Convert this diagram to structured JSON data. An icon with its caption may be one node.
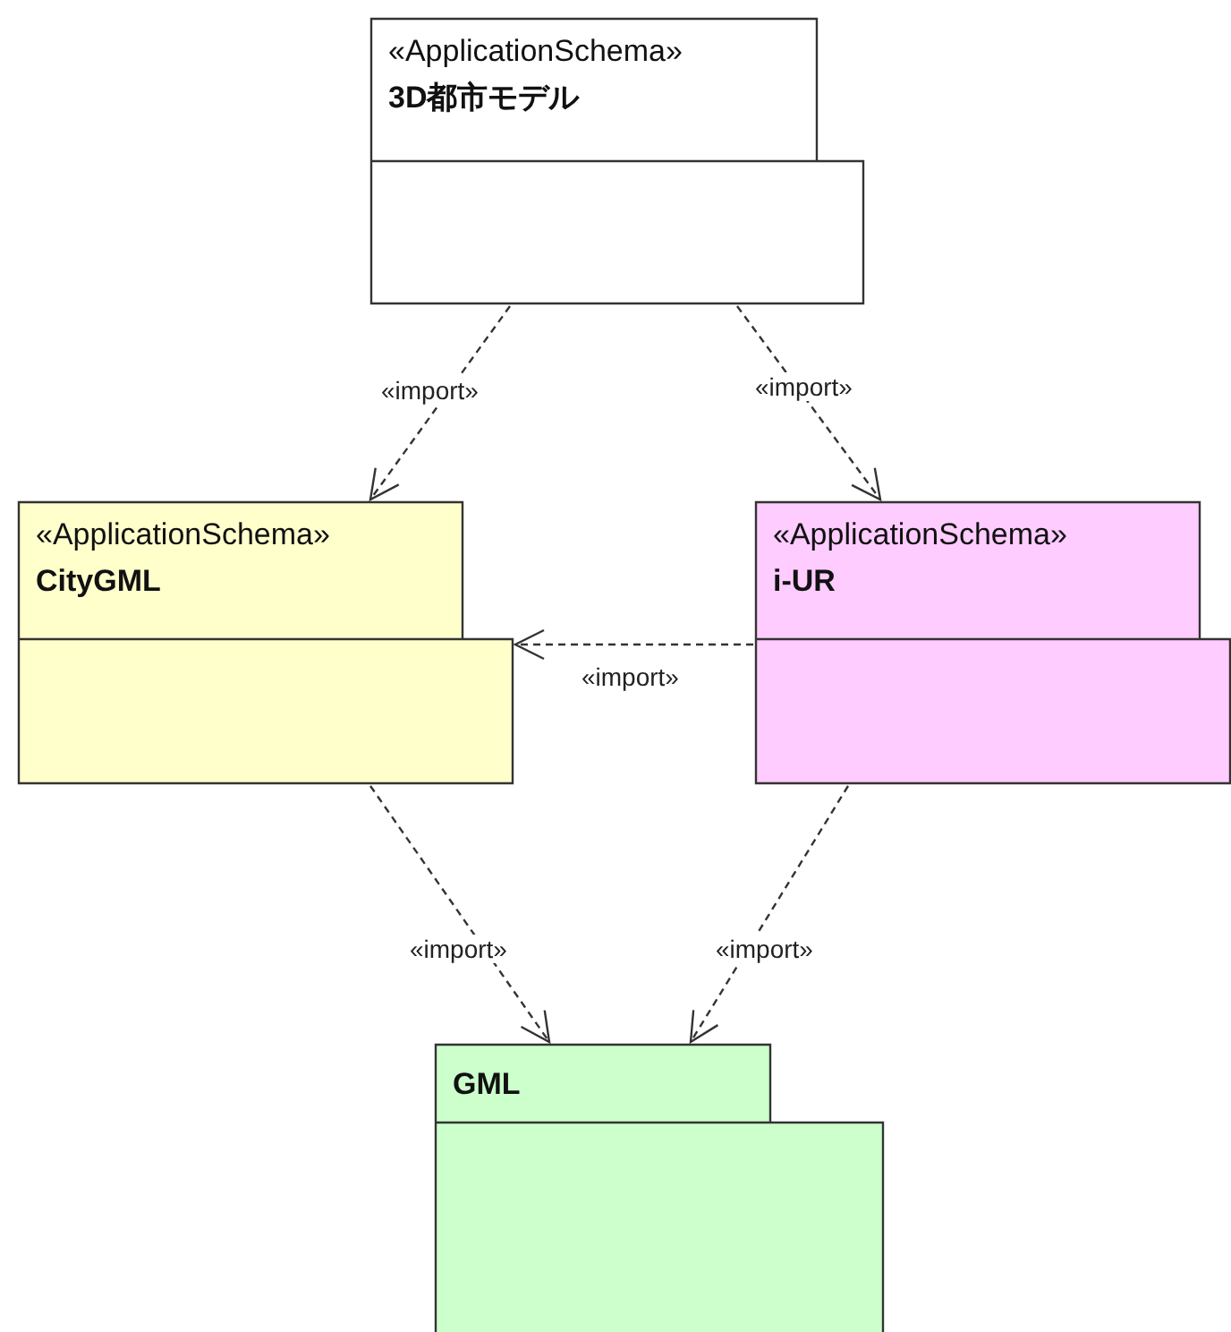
{
  "diagram": {
    "nodes": [
      {
        "text": [
          "«ApplicationSchema»",
          "3D都市モデル"
        ]
      },
      {
        "text": [
          "«ApplicationSchema»",
          "CityGML"
        ]
      },
      {
        "text": [
          "«ApplicationSchema»",
          "i-UR"
        ]
      },
      {
        "text": [
          "GML"
        ]
      }
    ],
    "edges": [
      {
        "from": 0,
        "to": 1,
        "arrow": "to",
        "label": "«import»"
      },
      {
        "from": 0,
        "to": 2,
        "arrow": "to",
        "label": "«import»"
      },
      {
        "from": 2,
        "to": 1,
        "arrow": "to",
        "label": "«import»"
      },
      {
        "from": 1,
        "to": 3,
        "arrow": "to",
        "label": "«import»"
      },
      {
        "from": 2,
        "to": 3,
        "arrow": "to",
        "label": "«import»"
      }
    ]
  }
}
